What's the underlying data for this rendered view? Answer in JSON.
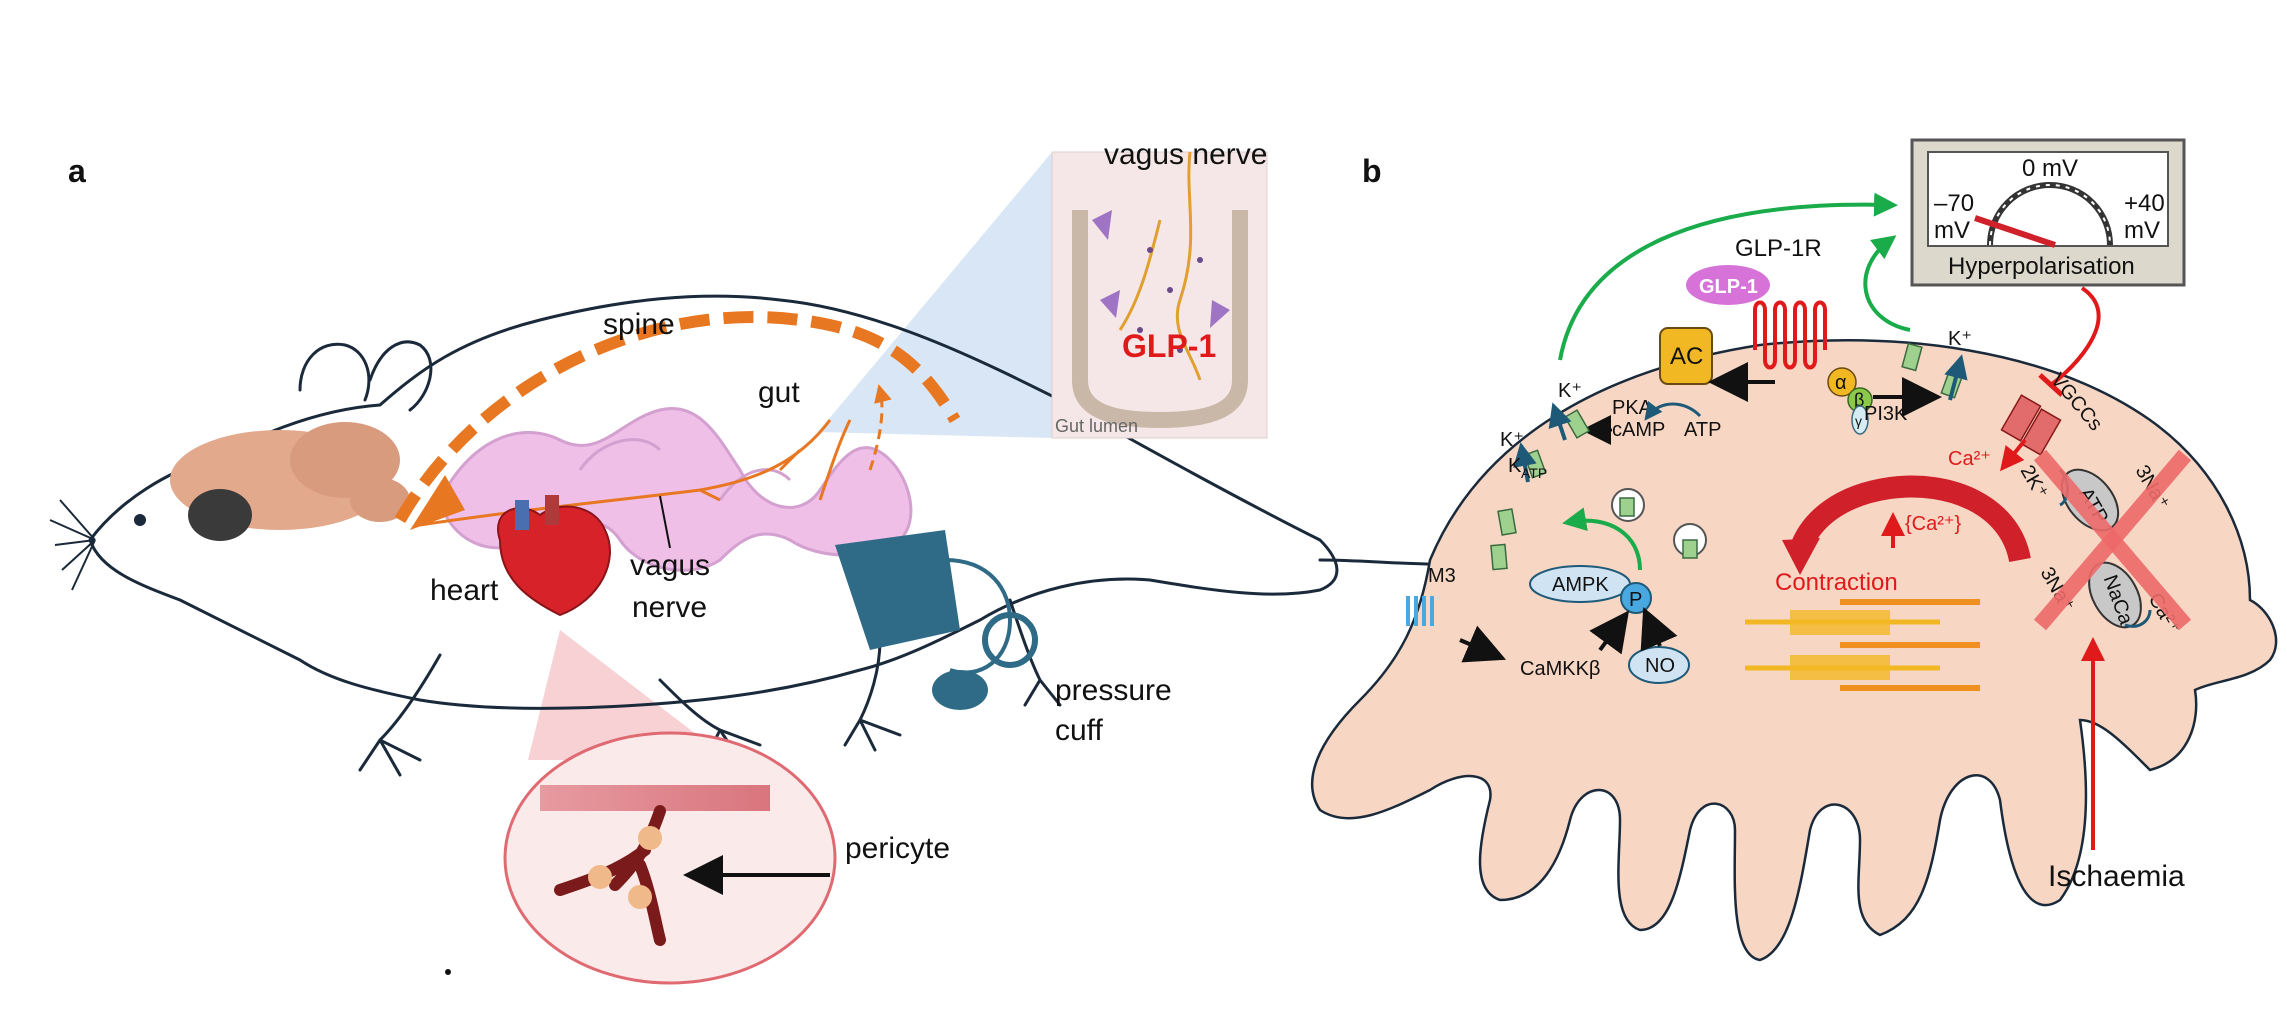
{
  "panel_a": {
    "letter": "a",
    "labels": {
      "spine": "spine",
      "gut": "gut",
      "heart": "heart",
      "vagus_line1": "vagus",
      "vagus_line2": "nerve",
      "pressure_line1": "pressure",
      "pressure_line2": "cuff",
      "pericyte": "pericyte"
    },
    "inset": {
      "vagus_nerve": "vagus nerve",
      "glp1": "GLP-1",
      "gut_lumen": "Gut lumen"
    }
  },
  "panel_b": {
    "letter": "b",
    "voltmeter": {
      "zero": "0 mV",
      "neg_value": "–70",
      "neg_unit": "mV",
      "pos_value": "+40",
      "pos_unit": "mV",
      "caption": "Hyperpolarisation"
    },
    "receptor": {
      "glp1r": "GLP-1R",
      "glp1": "GLP-1",
      "ac": "AC",
      "alpha": "α",
      "beta": "β",
      "gamma": "γ",
      "pi3k": "PI3K",
      "pka": "PKA",
      "camp": "cAMP",
      "atp": "ATP"
    },
    "channels": {
      "k1": "K⁺",
      "k2": "K⁺",
      "k3": "K⁺",
      "katp_main": "K",
      "katp_sub": "ATP",
      "vgccs": "VGCCs",
      "ca_in": "Ca²⁺"
    },
    "pathway": {
      "m3": "M3",
      "ampk": "AMPK",
      "p": "P",
      "camkkb": "CaMKKβ",
      "no": "NO"
    },
    "contraction": {
      "label": "Contraction",
      "ca_level": "{Ca²⁺}"
    },
    "pumps": {
      "atp": "ATP",
      "nack": "NaCa",
      "k2": "2K⁺",
      "na3_top": "3Na⁺",
      "na3_bottom": "3Na⁺",
      "ca_out": "Ca²⁺"
    },
    "ischaemia": "Ischaemia"
  }
}
